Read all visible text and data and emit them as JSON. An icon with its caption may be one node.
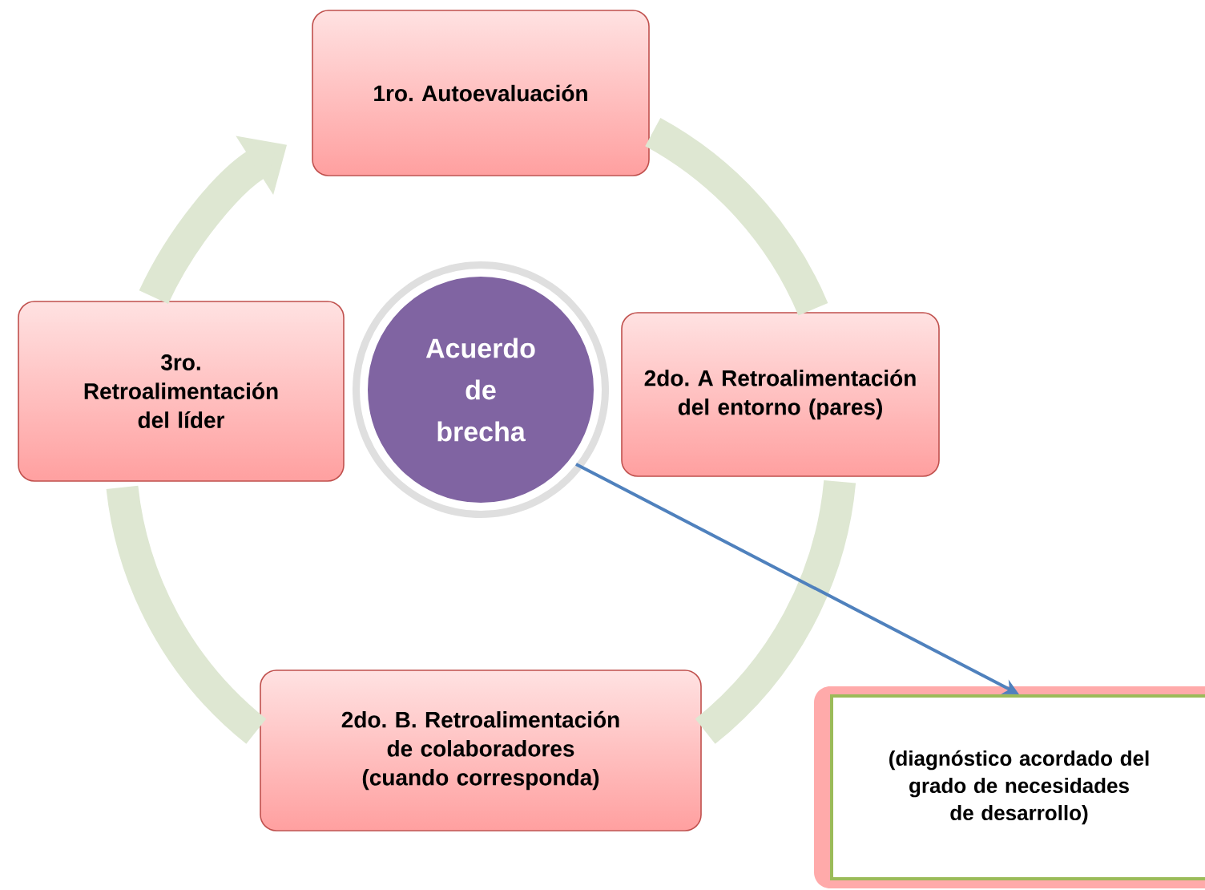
{
  "diagram": {
    "nodes": [
      {
        "text": [
          "1ro. Autoevaluación"
        ]
      },
      {
        "text": [
          "3ro. Retroalimentación del líder"
        ]
      },
      {
        "text": [
          "Acuerdo de brecha"
        ]
      },
      {
        "text": [
          "2do. A Retroalimentación del entorno (pares)"
        ]
      },
      {
        "text": [
          "2do. B. Retroalimentación de colaboradores (cuando corresponda)"
        ]
      },
      {
        "text": [
          "(diagnóstico acordado del grado de necesidades de desarrollo)"
        ]
      }
    ],
    "edges": [
      {
        "from": 0,
        "to": 3,
        "arrow": "none"
      },
      {
        "from": 3,
        "to": 4,
        "arrow": "none"
      },
      {
        "from": 4,
        "to": 1,
        "arrow": "none"
      },
      {
        "from": 1,
        "to": 0,
        "arrow": "to"
      },
      {
        "from": 2,
        "to": 5,
        "arrow": "to",
        "color": "#4f81bd"
      }
    ]
  }
}
